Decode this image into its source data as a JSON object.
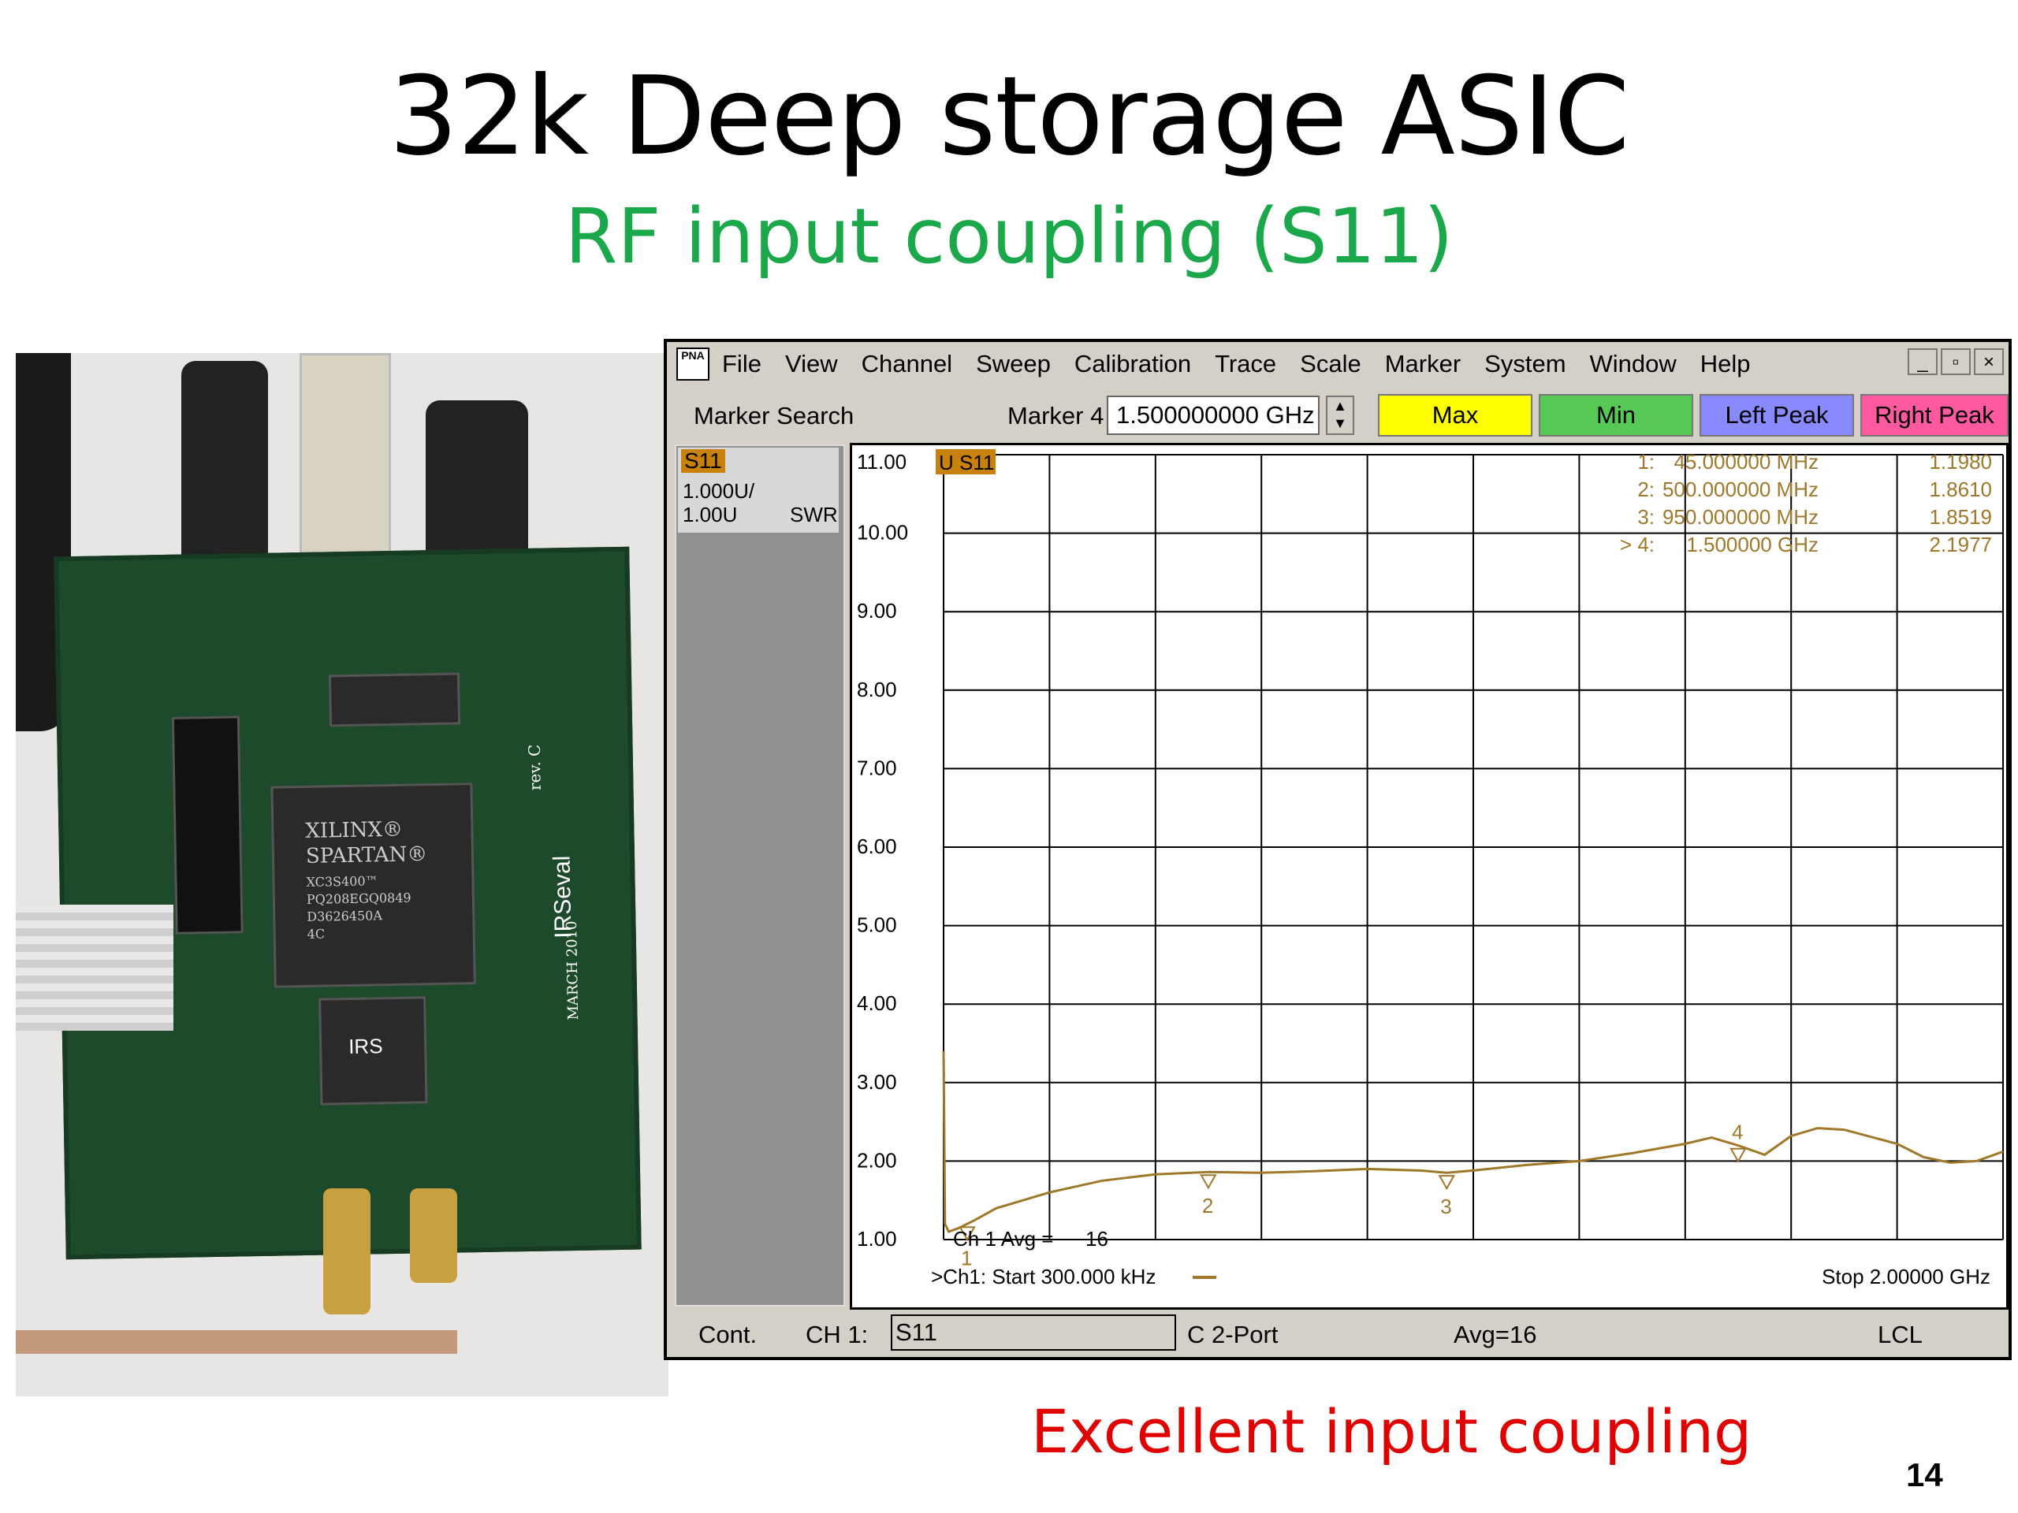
{
  "slide": {
    "title": "32k Deep storage ASIC",
    "subtitle": "RF input coupling (S11)",
    "caption": "Excellent input coupling",
    "page_number": "14"
  },
  "photo": {
    "chip_brand": "XILINX®",
    "chip_family": "SPARTAN®",
    "chip_part": "XC3S400™",
    "chip_code1": "PQ208EGQ0849",
    "chip_code2": "D3626450A",
    "chip_grade": "4C",
    "asic_label": "IRS",
    "board_name": "IRSeval",
    "board_rev": "rev. C",
    "board_date": "MARCH 2010"
  },
  "window": {
    "app_icon": "PNA",
    "menu": [
      "File",
      "View",
      "Channel",
      "Sweep",
      "Calibration",
      "Trace",
      "Scale",
      "Marker",
      "System",
      "Window",
      "Help"
    ],
    "win_controls": [
      "_",
      "▫",
      "×"
    ],
    "toolbar": {
      "marker_search_label": "Marker Search",
      "marker_label": "Marker 4",
      "marker_value": "1.500000000 GHz",
      "buttons": [
        {
          "label": "Max",
          "color": "#ffff00"
        },
        {
          "label": "Min",
          "color": "#55c855"
        },
        {
          "label": "Left Peak",
          "color": "#8a8aff"
        },
        {
          "label": "Right Peak",
          "color": "#ff5aa0"
        }
      ]
    },
    "trace_panel": {
      "tag": "S11",
      "scale": "1.000U/",
      "ref": "1.00U",
      "format": "SWR"
    },
    "status": {
      "mode": "Cont.",
      "channel": "CH 1:",
      "measurement": "S11",
      "cal": "C  2-Port",
      "avg": "Avg=16",
      "remote": "LCL"
    }
  },
  "chart_data": {
    "type": "line",
    "trace_label": "U S11",
    "x_unit": "GHz",
    "xlim": [
      0.0003,
      2.0
    ],
    "ylim": [
      1.0,
      11.0
    ],
    "y_ticks": [
      "11.00",
      "10.00",
      "9.00",
      "8.00",
      "7.00",
      "6.00",
      "5.00",
      "4.00",
      "3.00",
      "2.00",
      "1.00"
    ],
    "x_divisions": 10,
    "grid": true,
    "color": "#a0782a",
    "x": [
      0.0003,
      0.003,
      0.01,
      0.03,
      0.06,
      0.1,
      0.2,
      0.3,
      0.4,
      0.5,
      0.6,
      0.7,
      0.8,
      0.9,
      0.95,
      1.0,
      1.1,
      1.2,
      1.3,
      1.4,
      1.45,
      1.5,
      1.55,
      1.6,
      1.65,
      1.7,
      1.8,
      1.85,
      1.9,
      1.95,
      2.0
    ],
    "y": [
      3.4,
      1.2,
      1.1,
      1.15,
      1.25,
      1.4,
      1.6,
      1.75,
      1.83,
      1.86,
      1.85,
      1.87,
      1.9,
      1.88,
      1.85,
      1.88,
      1.95,
      2.0,
      2.1,
      2.22,
      2.3,
      2.2,
      2.08,
      2.32,
      2.42,
      2.4,
      2.22,
      2.05,
      1.98,
      2.0,
      2.12
    ],
    "markers": [
      {
        "n": "1",
        "freq": "45.000000 MHz",
        "value": "1.1980",
        "x": 0.045,
        "y": 1.198
      },
      {
        "n": "2",
        "freq": "500.000000 MHz",
        "value": "1.8610",
        "x": 0.5,
        "y": 1.861
      },
      {
        "n": "3",
        "freq": "950.000000 MHz",
        "value": "1.8519",
        "x": 0.95,
        "y": 1.8519
      },
      {
        "n": "4",
        "freq": "1.500000 GHz",
        "value": "2.1977",
        "x": 1.5,
        "y": 2.1977
      }
    ],
    "marker_prefixes": [
      "1:",
      "2:",
      "3:",
      "> 4:"
    ],
    "avg_note_label": "Ch 1 Avg =",
    "avg_note_value": "16",
    "start_label": ">Ch1: Start  300.000 kHz",
    "stop_label": "Stop  2.00000 GHz"
  }
}
